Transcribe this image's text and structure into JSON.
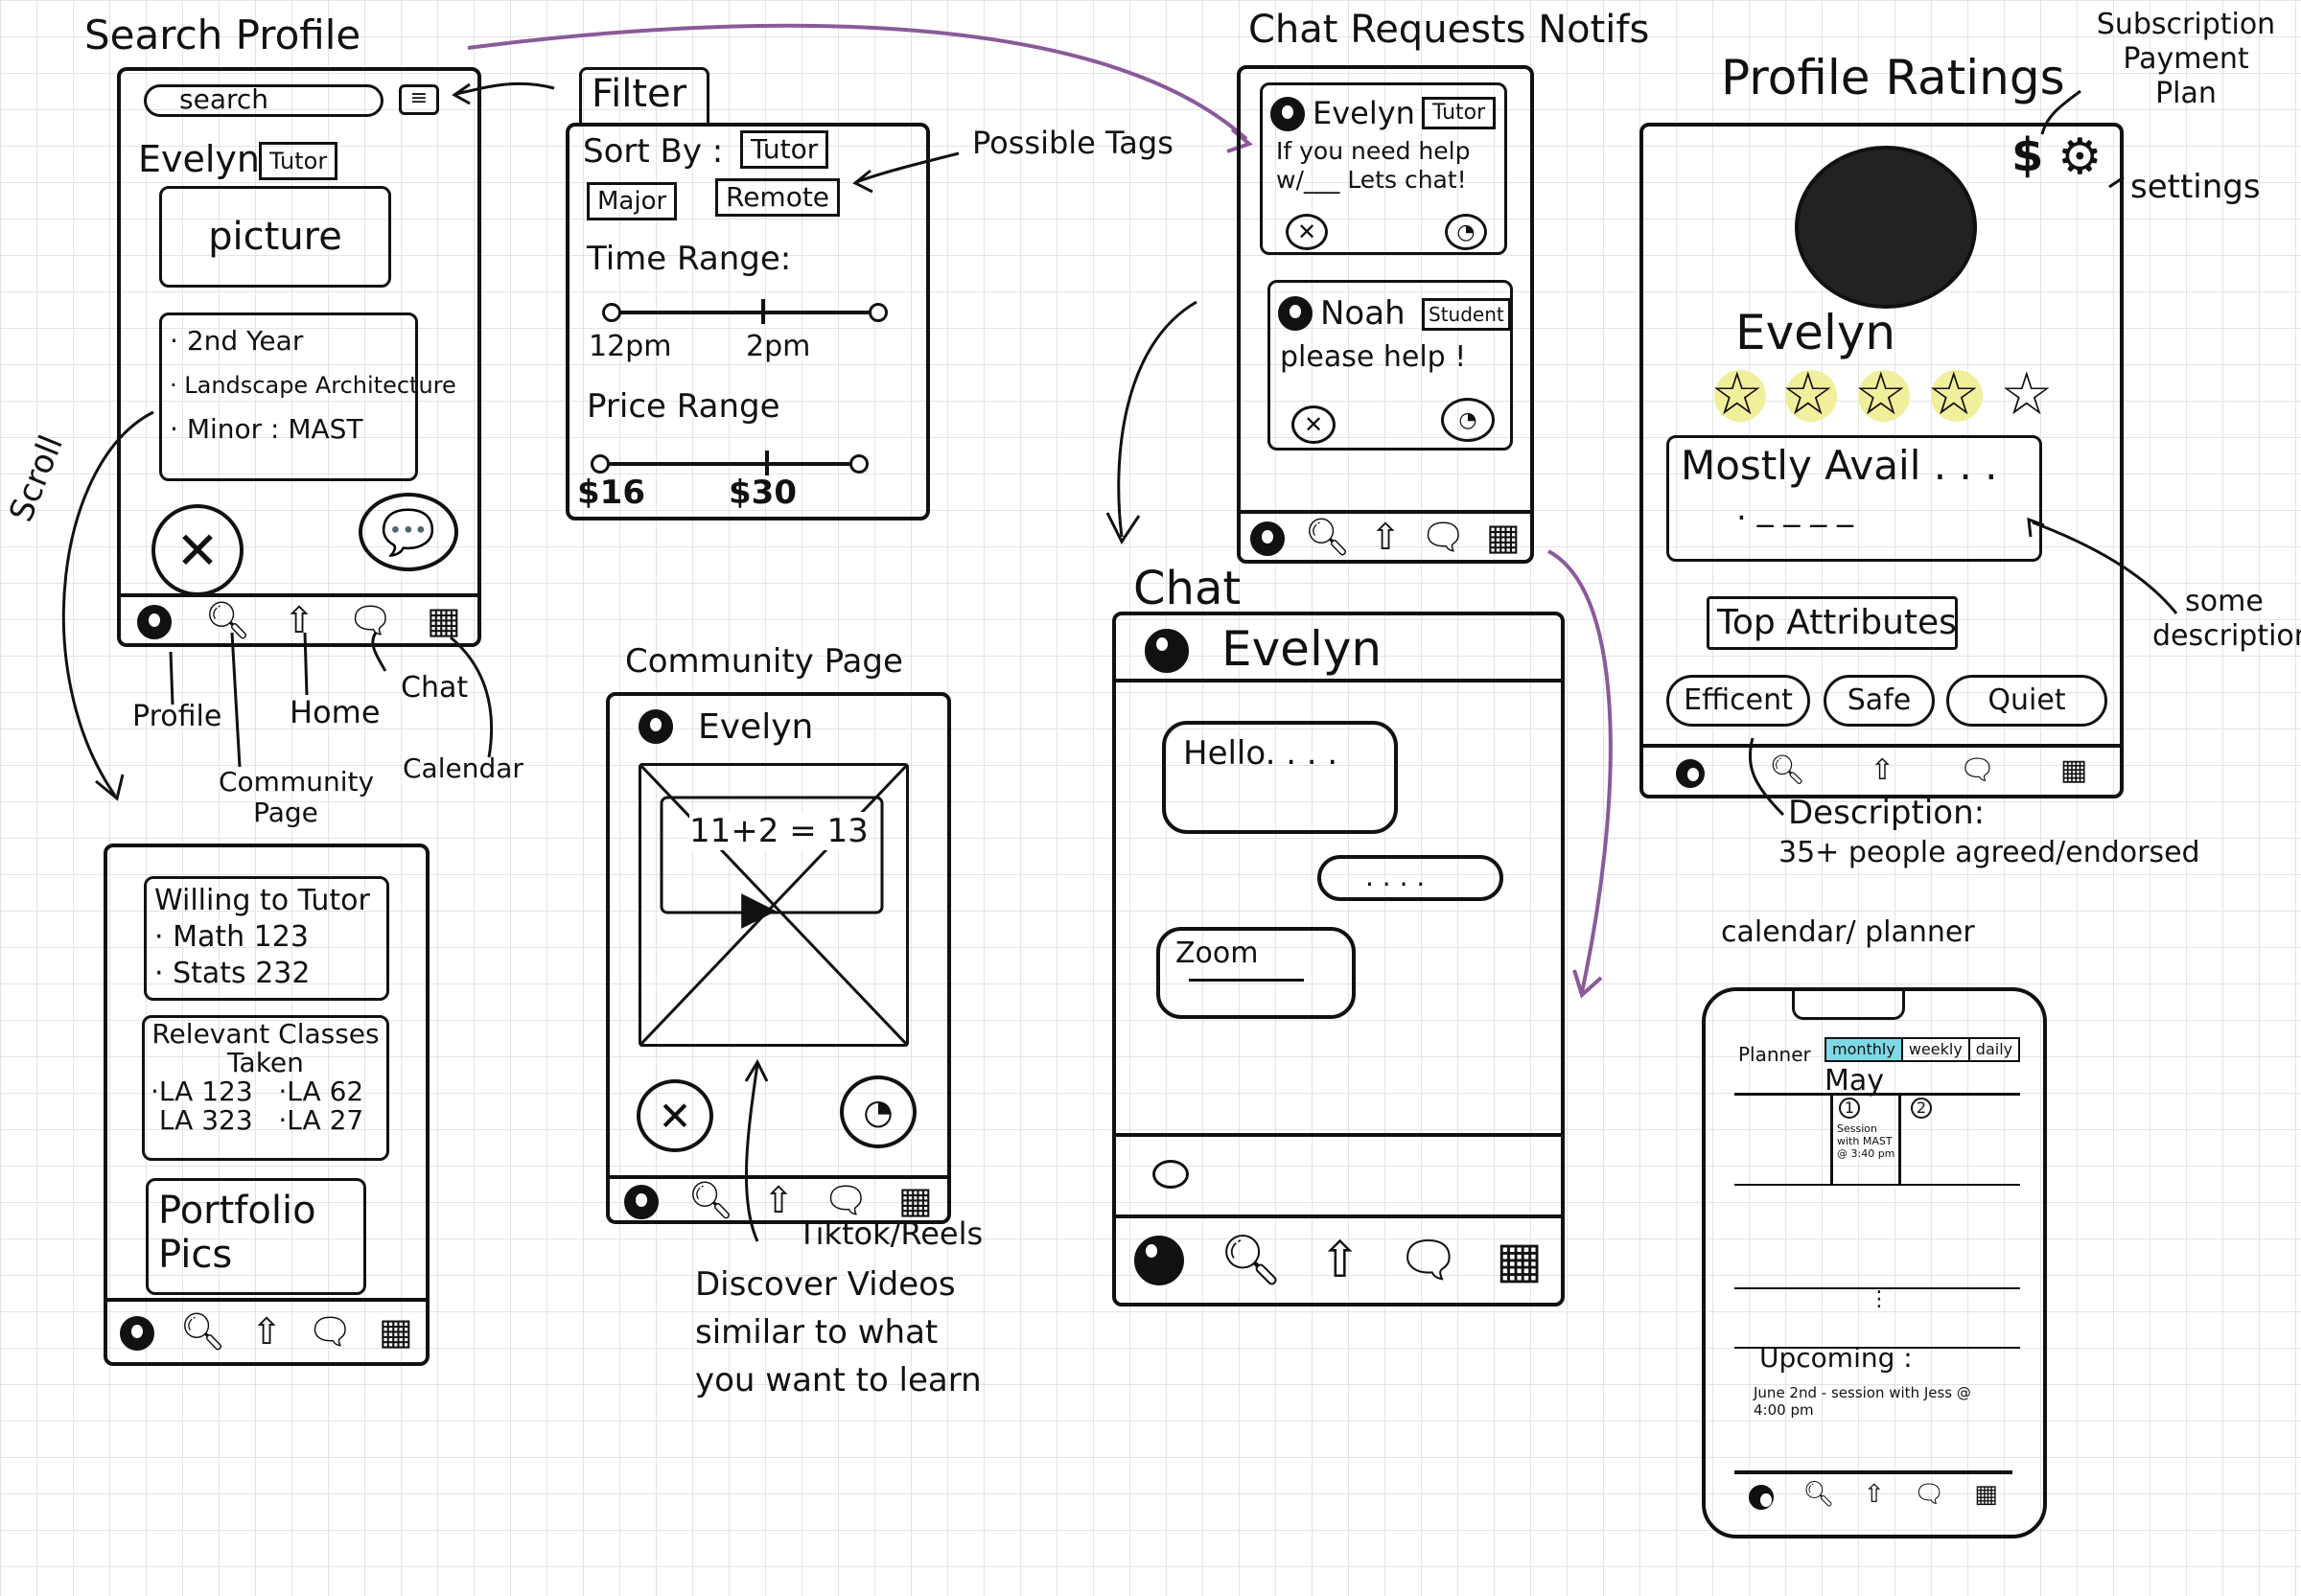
{
  "colors": {
    "ink": "#111111",
    "arrow": "#8a5a99",
    "highlight": "#f2ef9c",
    "tab_active": "#7fd8e6",
    "grid": "#e4e4e4"
  },
  "search_profile": {
    "title": "Search Profile",
    "search_placeholder": "search",
    "name": "Evelyn",
    "tag": "Tutor",
    "picture": "picture",
    "details": [
      "2nd Year",
      "Landscape Architecture",
      "Minor : MAST"
    ],
    "scroll_label": "Scroll"
  },
  "nav_labels": {
    "profile": "Profile",
    "community": "Community Page",
    "home": "Home",
    "chat": "Chat",
    "calendar": "Calendar"
  },
  "scrolled_profile": {
    "willing_title": "Willing to Tutor",
    "willing_items": [
      "Math 123",
      "Stats 232"
    ],
    "classes_title": "Relevant Classes Taken",
    "classes_items": [
      "LA 123",
      "LA 62",
      "LA 323",
      "LA 27"
    ],
    "portfolio": "Portfolio Pics"
  },
  "filter": {
    "title": "Filter",
    "sort_by": "Sort By :",
    "tags": [
      "Tutor",
      "Major",
      "Remote"
    ],
    "possible_tags": "Possible Tags",
    "time_range_label": "Time Range:",
    "time_min": "12pm",
    "time_mid": "2pm",
    "price_range_label": "Price Range",
    "price_min": "$16",
    "price_mid": "$30"
  },
  "community": {
    "title": "Community Page",
    "name": "Evelyn",
    "equation": "11+2 = 13",
    "annotation_1": "Tiktok/Reels",
    "annotation_2": [
      "Discover Videos",
      "similar to what",
      "you want to learn"
    ]
  },
  "notifs": {
    "title": "Chat Requests Notifs",
    "cards": [
      {
        "name": "Evelyn",
        "tag": "Tutor",
        "message": "If you need help w/___ Lets chat!"
      },
      {
        "name": "Noah",
        "tag": "Student",
        "message": "please help !"
      }
    ]
  },
  "chat": {
    "title": "Chat",
    "name": "Evelyn",
    "messages": [
      "Hello. . . .",
      ". . . .",
      "Zoom"
    ]
  },
  "ratings": {
    "title": "Profile Ratings",
    "subscription": "Subscription Payment Plan",
    "settings": "settings",
    "name": "Evelyn",
    "stars_filled": 4,
    "stars_total": 5,
    "availability": "Mostly Avail . . .",
    "availability_sub": ". _ _ _ _",
    "some_description": "some description",
    "top_attributes": "Top Attributes",
    "attributes": [
      "Efficent",
      "Safe",
      "Quiet"
    ],
    "description_title": "Description:",
    "description_text": "35+ people agreed/endorsed"
  },
  "calendar": {
    "title": "calendar/ planner",
    "planner": "Planner",
    "tabs": [
      "monthly",
      "weekly",
      "daily"
    ],
    "month": "May",
    "day_1": "1",
    "day_2": "2",
    "event": "Session with MAST @ 3:40 pm",
    "upcoming_title": "Upcoming :",
    "upcoming_item": "June 2nd - session with Jess @ 4:00 pm"
  }
}
